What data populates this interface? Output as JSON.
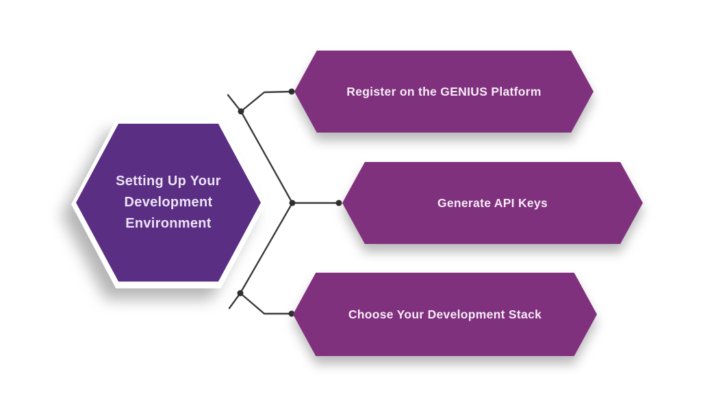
{
  "diagram": {
    "center": {
      "label": "Setting Up Your Development Environment"
    },
    "steps": [
      {
        "label": "Register on the GENIUS Platform"
      },
      {
        "label": "Generate API Keys"
      },
      {
        "label": "Choose Your Development Stack"
      }
    ],
    "colors": {
      "center_fill": "#5a2e83",
      "step_fill": "#80317e",
      "connector": "#3a3a3a",
      "node_dot": "#2f2f2f",
      "center_text": "#ece2f4",
      "step_text": "#f5ebf5",
      "background": "#ffffff"
    }
  }
}
